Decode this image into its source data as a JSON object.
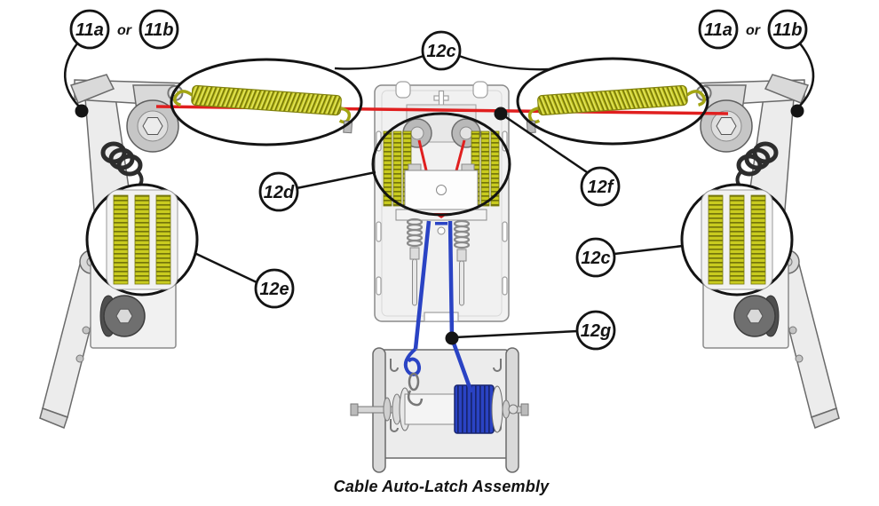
{
  "diagram": {
    "caption": "Cable Auto-Latch Assembly",
    "callouts": {
      "pair_left": {
        "first": "11a",
        "joiner": "or",
        "second": "11b"
      },
      "pair_right": {
        "first": "11a",
        "joiner": "or",
        "second": "11b"
      },
      "top_springs": "12c",
      "latch_detail": "12d",
      "left_spring_pack": "12e",
      "release_cable": "12f",
      "right_spring_pack": "12c",
      "winch_cable": "12g"
    },
    "colors": {
      "spring_yellow": "#c9cb1f",
      "spring_yellow_dark": "#75760b",
      "spring_yellow_light": "#e9eb7a",
      "cable_red": "#e01f1f",
      "cable_blue": "#2a43c4",
      "cable_blue_dark": "#17246f",
      "callout_ink": "#141414"
    }
  }
}
